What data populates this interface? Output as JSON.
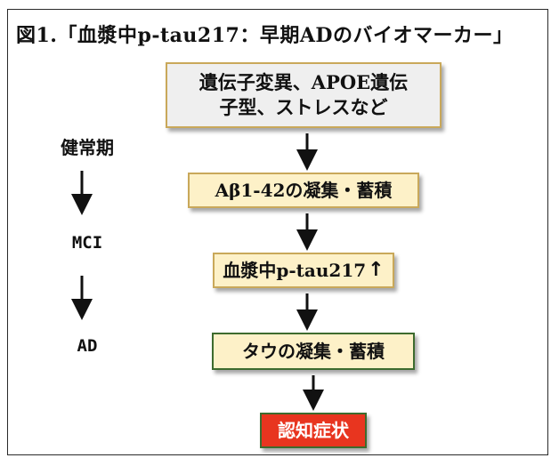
{
  "title": "図1.「血漿中p-tau217：早期ADのバイオマーカー」",
  "flow": {
    "genetic": "遺伝子変異、APOE遺伝\n子型、ストレスなど",
    "abeta": "Aβ1-42の凝集・蓄積",
    "ptau": "血漿中p-tau217",
    "ptau_up_symbol": "↑",
    "tau": "タウの凝集・蓄積",
    "symptom": "認知症状"
  },
  "stages": {
    "healthy": "健常期",
    "mci": "MCI",
    "ad": "AD"
  },
  "colors": {
    "box_border_gold": "#c9a85a",
    "box_border_green": "#3d6b2e",
    "box_fill_cream": "#fdf1c8",
    "box_fill_gray": "#efefef",
    "symptom_fill": "#e8351f"
  }
}
